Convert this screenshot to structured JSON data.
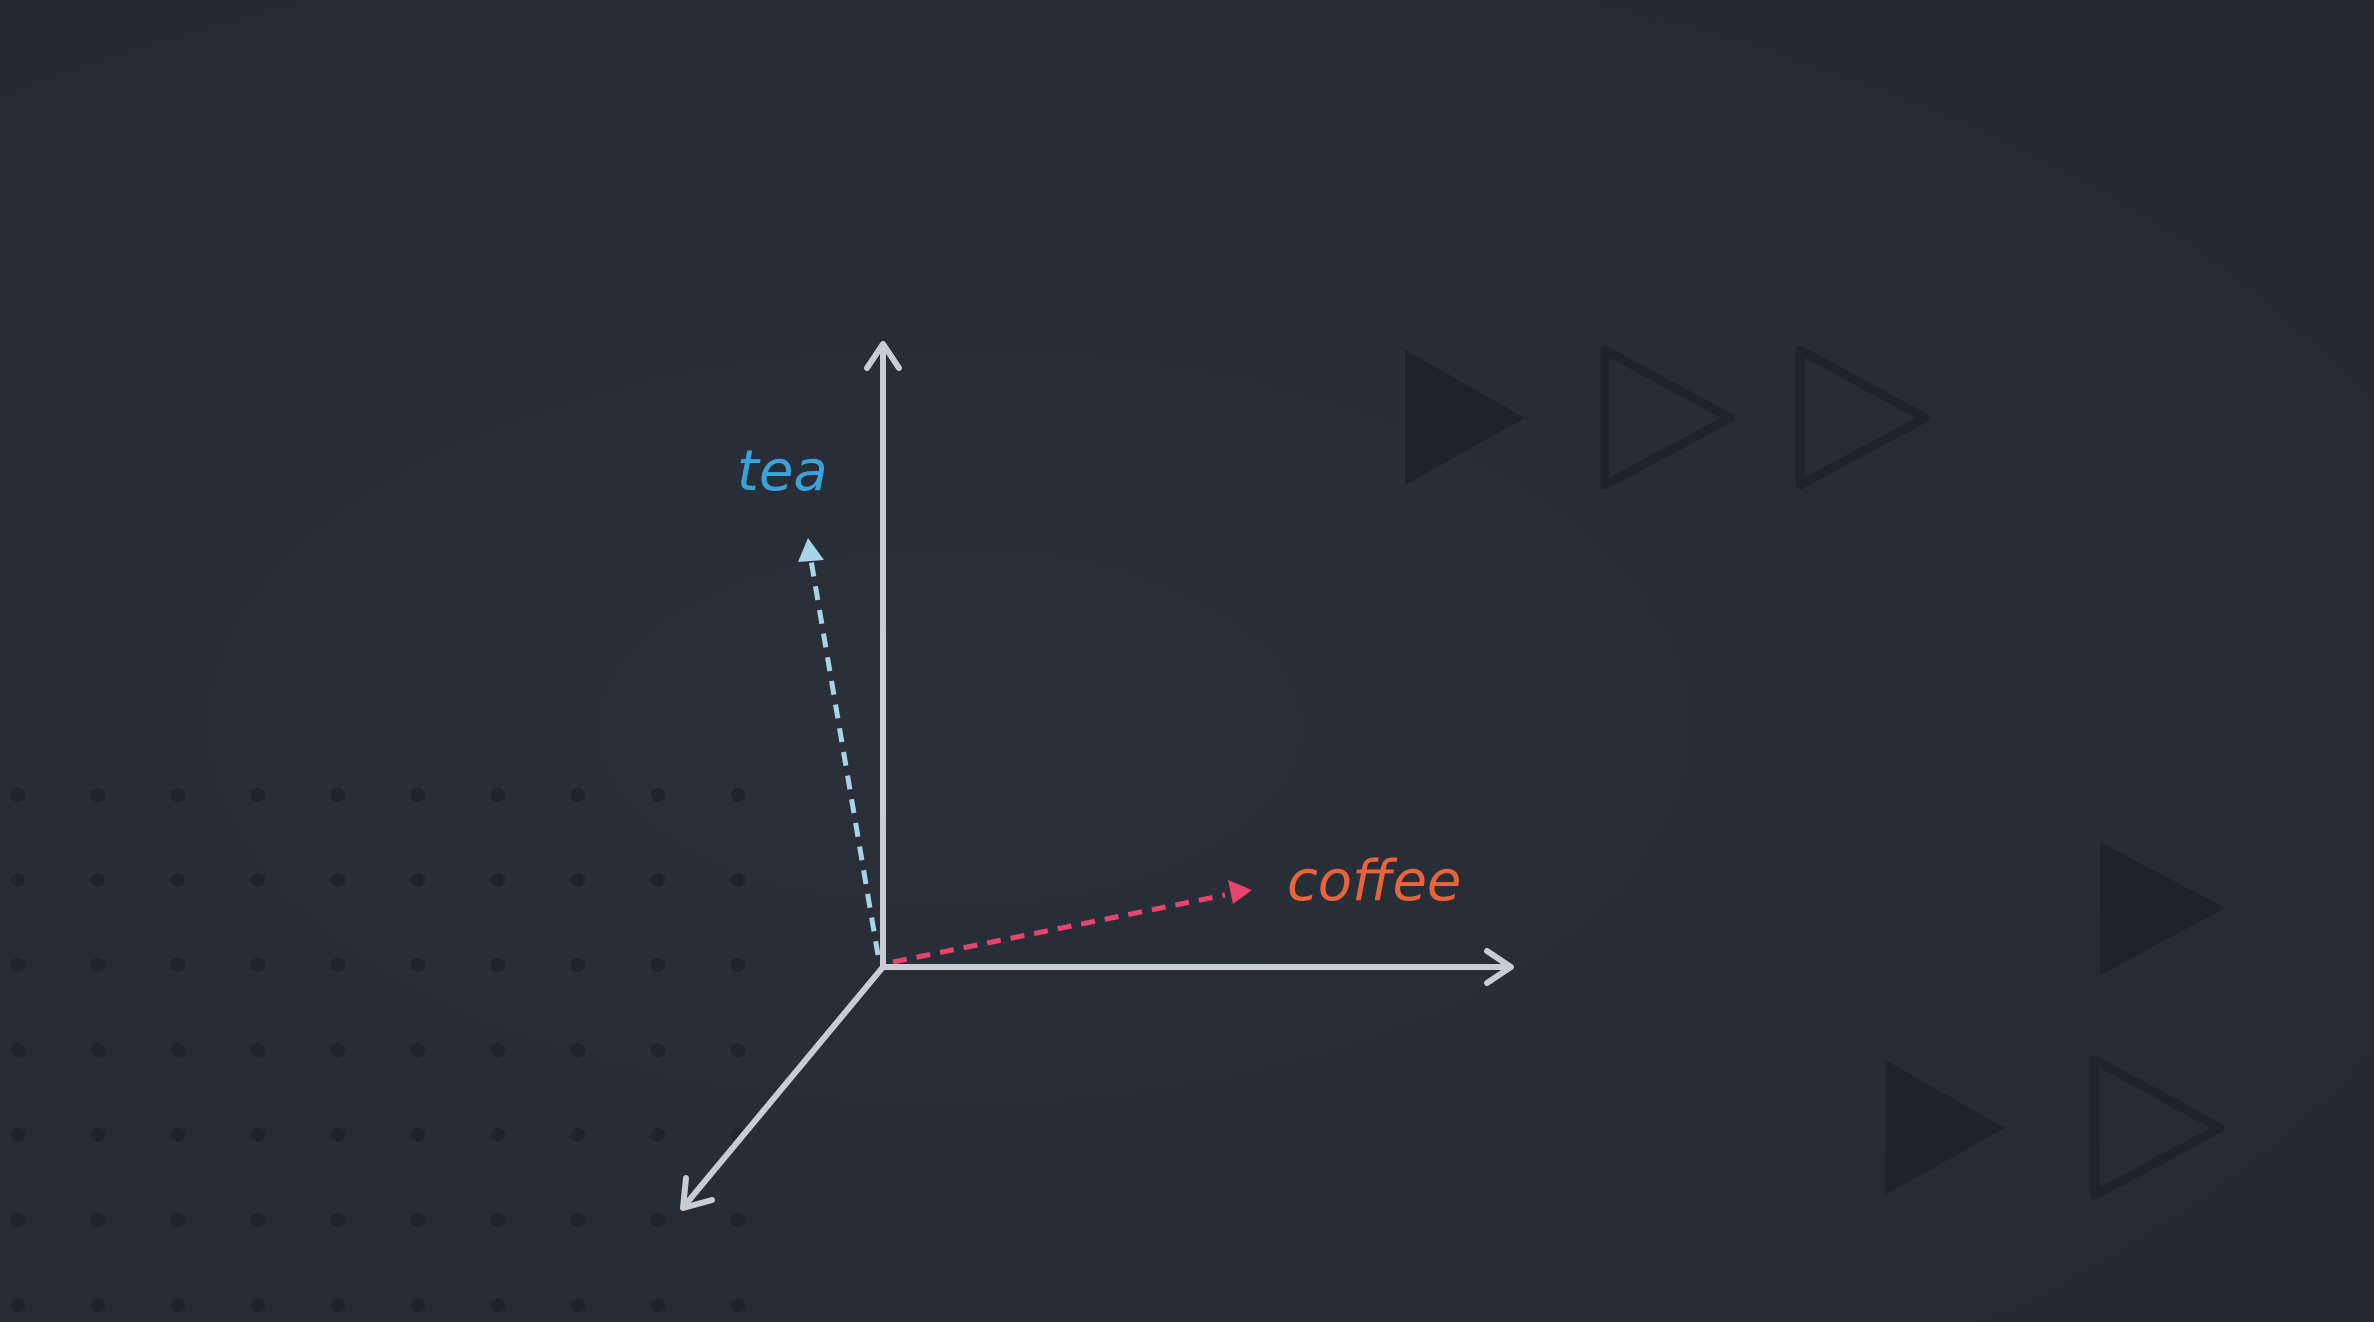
{
  "colors": {
    "background": "#262b35",
    "axis": "#c9ccd2",
    "tea": "#3ba3d9",
    "tea_arrow": "#a9d3e6",
    "coffee": "#e8643c",
    "coffee_arrow": "#e8446e",
    "decor": "#1e222a",
    "dot": "#1f232b"
  },
  "diagram": {
    "vectors": [
      {
        "id": "tea",
        "label": "tea",
        "style": "dashed"
      },
      {
        "id": "coffee",
        "label": "coffee",
        "style": "dashed"
      }
    ],
    "axes": [
      {
        "id": "axis-up",
        "direction": "up"
      },
      {
        "id": "axis-right",
        "direction": "right"
      },
      {
        "id": "axis-depth",
        "direction": "down-left"
      }
    ]
  },
  "decorations": {
    "play_icons": [
      "play-filled-icon",
      "play-outline-icon",
      "play-outline-icon",
      "play-filled-icon",
      "play-filled-icon",
      "play-outline-icon"
    ]
  }
}
